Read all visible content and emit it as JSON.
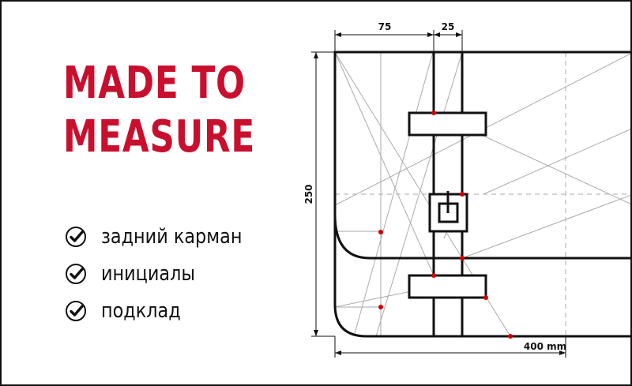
{
  "colors": {
    "accent": "#c8102e",
    "ink": "#111111",
    "construction": "#aaaaaa",
    "marker": "#d10000"
  },
  "headline": {
    "line1": "MADE TO",
    "line2": "MEASURE"
  },
  "features": [
    {
      "icon": "check-circle-icon",
      "label": "задний карман"
    },
    {
      "icon": "check-circle-icon",
      "label": "инициалы"
    },
    {
      "icon": "check-circle-icon",
      "label": "подклад"
    }
  ],
  "diagram": {
    "dimensions": {
      "top_left": "75",
      "top_right": "25",
      "side": "250",
      "bottom": "400 mm"
    }
  }
}
